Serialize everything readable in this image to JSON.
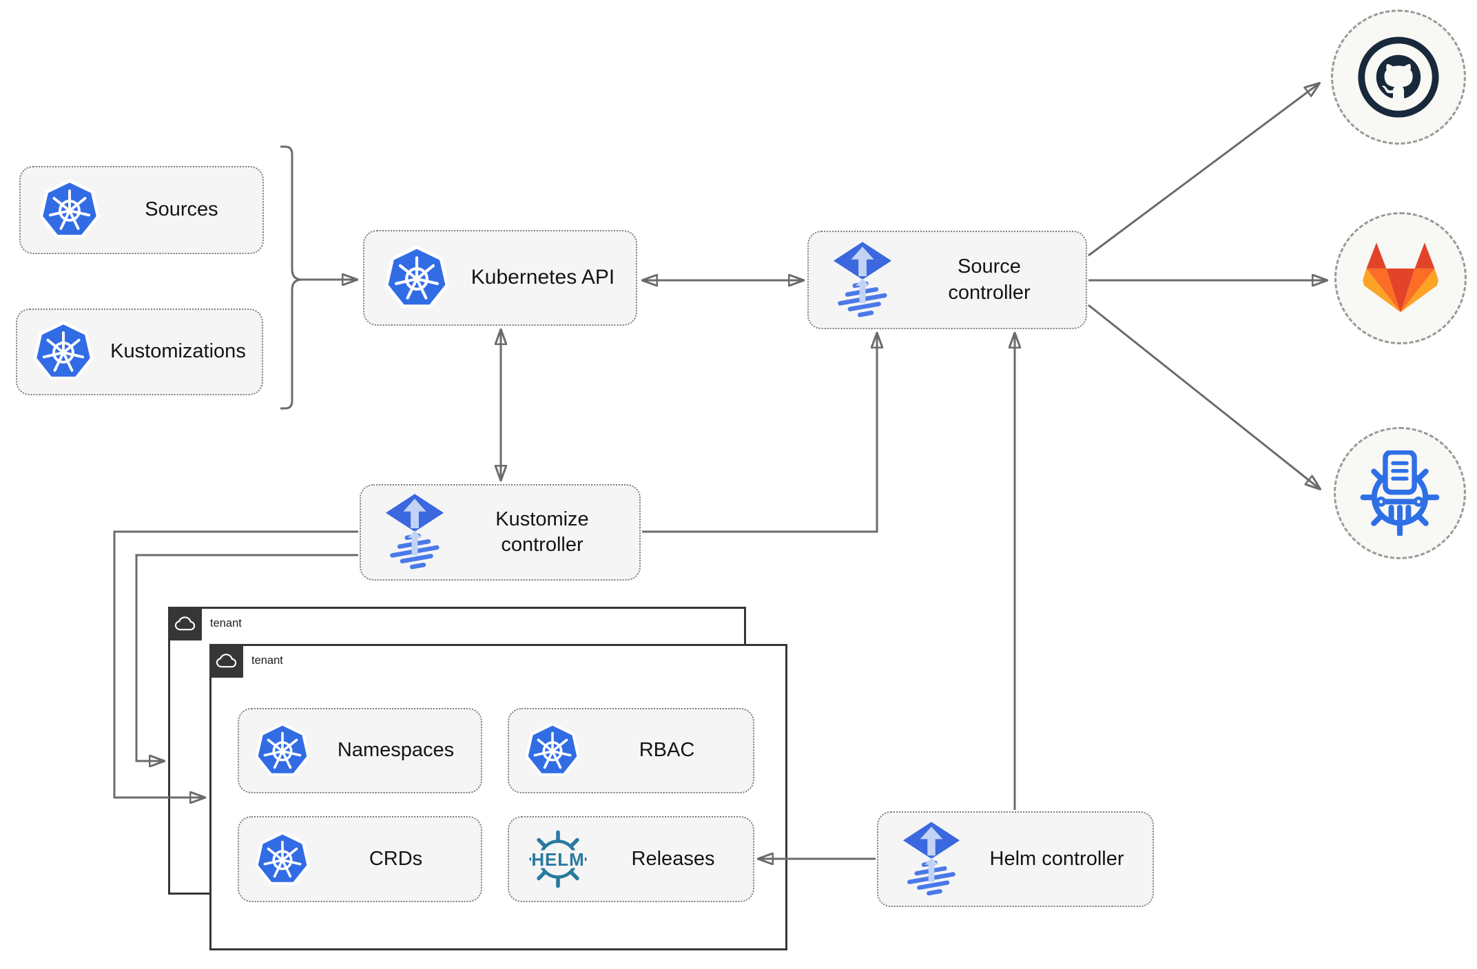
{
  "diagram": {
    "nodes": {
      "sources": "Sources",
      "kustomizations": "Kustomizations",
      "kubernetes_api": "Kubernetes API",
      "source_controller": "Source controller",
      "kustomize_controller": "Kustomize controller",
      "helm_controller": "Helm controller",
      "tenant_back": "tenant",
      "tenant_front": "tenant",
      "namespaces": "Namespaces",
      "rbac": "RBAC",
      "crds": "CRDs",
      "releases": "Releases"
    },
    "logos": {
      "helm_wordmark": "HELM"
    },
    "icons": {
      "kubernetes": "kubernetes-icon",
      "flux": "flux-icon",
      "helm": "helm-icon",
      "cloud": "cloud-icon",
      "github": "github-icon",
      "gitlab": "gitlab-icon",
      "helm_repository": "chartmuseum-icon"
    },
    "colors": {
      "kubernetes_blue": "#326ce5",
      "flux_blue": "#3b68df",
      "flux_arrow_light": "#c2d3f5",
      "helm_teal": "#277a9f",
      "github_navy": "#17293a",
      "gitlab_red": "#e24329",
      "gitlab_orange": "#fc6d26",
      "gitlab_amber": "#fca326",
      "connector_gray": "#6b6b6b",
      "node_fill": "#f5f5f5",
      "tenant_dark": "#363636"
    }
  }
}
